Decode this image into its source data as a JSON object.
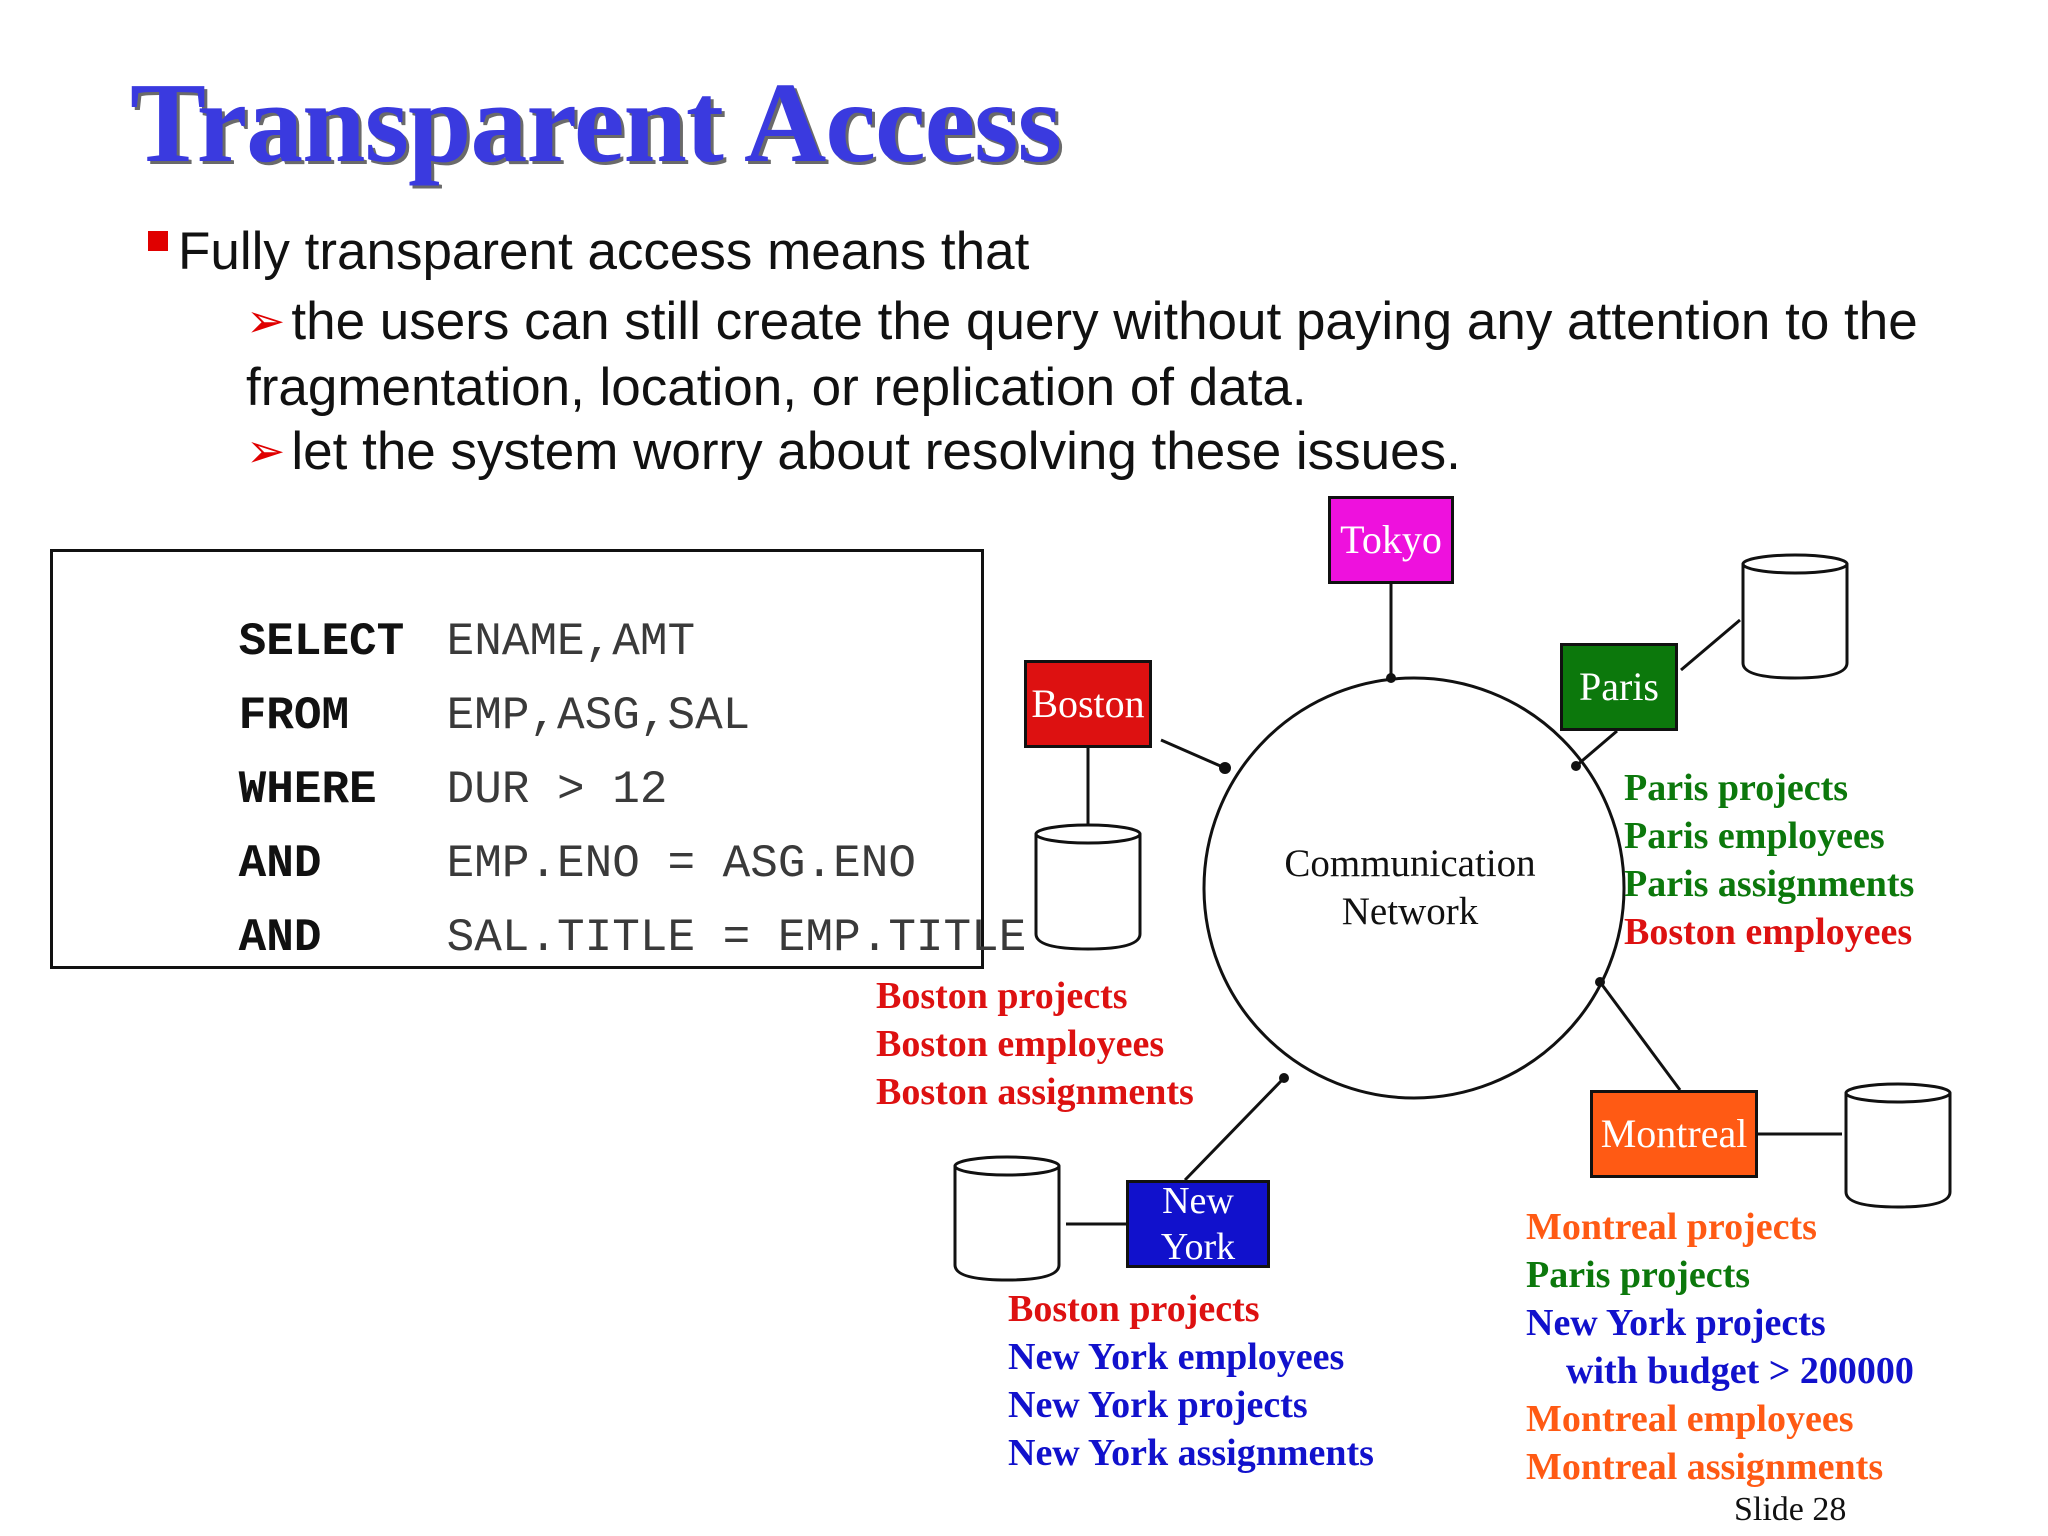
{
  "title": "Transparent Access",
  "intro": {
    "main_bullet": "Fully transparent access means that",
    "sub_bullets": [
      "the users can still create the query without paying any attention to the fragmentation, location, or replication of data.",
      "let the system worry about resolving these issues."
    ]
  },
  "query": {
    "rows": [
      {
        "keyword": "SELECT",
        "clause": "ENAME,AMT"
      },
      {
        "keyword": "FROM",
        "clause": "EMP,ASG,SAL"
      },
      {
        "keyword": "WHERE",
        "clause": "DUR > 12"
      },
      {
        "keyword": "AND",
        "clause": "EMP.ENO = ASG.ENO"
      },
      {
        "keyword": "AND",
        "clause": "SAL.TITLE = EMP.TITLE"
      }
    ]
  },
  "network": {
    "center_lines": [
      "Communication",
      "Network"
    ],
    "sites": {
      "tokyo": {
        "label": "Tokyo",
        "color": "#ee11dd"
      },
      "boston": {
        "label": "Boston",
        "color": "#dd1111"
      },
      "paris": {
        "label": "Paris",
        "color": "#0c780c"
      },
      "newyork": {
        "label_lines": [
          "New",
          "York"
        ],
        "color": "#1111cc"
      },
      "montreal": {
        "label": "Montreal",
        "color": "#ff5a14"
      }
    },
    "fragments": {
      "paris": [
        {
          "text": "Paris projects",
          "color": "#0c780c"
        },
        {
          "text": "Paris employees",
          "color": "#0c780c"
        },
        {
          "text": "Paris assignments",
          "color": "#0c780c"
        },
        {
          "text": "Boston employees",
          "color": "#dd1111"
        }
      ],
      "boston": [
        {
          "text": "Boston projects",
          "color": "#dd1111"
        },
        {
          "text": "Boston employees",
          "color": "#dd1111"
        },
        {
          "text": "Boston assignments",
          "color": "#dd1111"
        }
      ],
      "newyork": [
        {
          "text": "Boston projects",
          "color": "#dd1111"
        },
        {
          "text": "New York employees",
          "color": "#1111cc"
        },
        {
          "text": "New York projects",
          "color": "#1111cc"
        },
        {
          "text": "New York assignments",
          "color": "#1111cc"
        }
      ],
      "montreal": [
        {
          "text": "Montreal projects",
          "color": "#ff5a14"
        },
        {
          "text": "Paris projects",
          "color": "#0c780c"
        },
        {
          "text": "New York projects",
          "color": "#1111cc"
        },
        {
          "text": "with budget > 200000",
          "color": "#1111cc"
        },
        {
          "text": "Montreal employees",
          "color": "#ff5a14"
        },
        {
          "text": "Montreal assignments",
          "color": "#ff5a14"
        }
      ]
    }
  },
  "slide_number": "Slide 28",
  "colors": {
    "title": "#3a3adf",
    "bullet_marker": "#e00000",
    "text": "#111111"
  }
}
